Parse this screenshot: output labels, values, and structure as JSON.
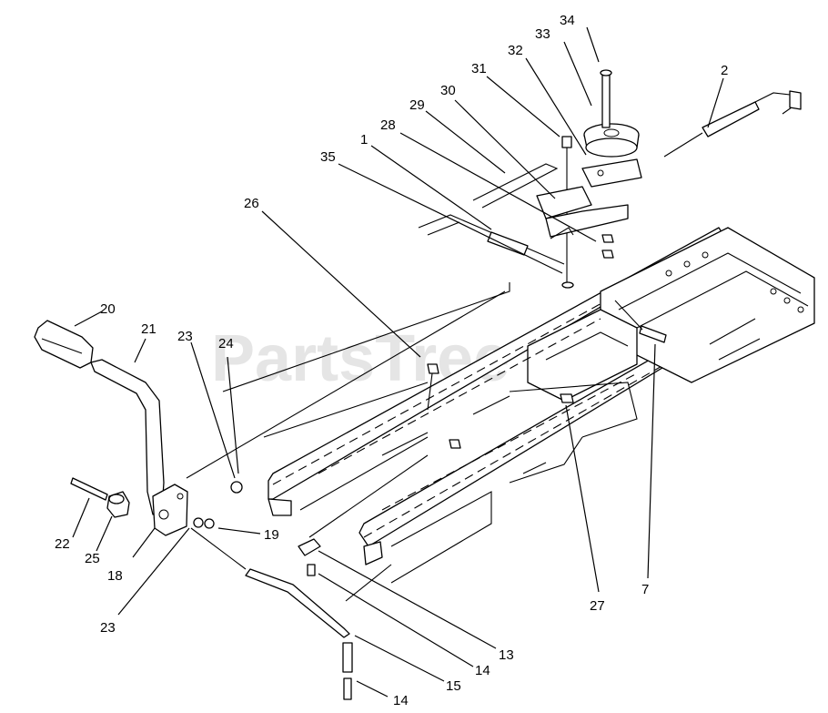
{
  "watermark": "PartsTree",
  "callouts": {
    "c34": "34",
    "c33": "33",
    "c32": "32",
    "c31": "31",
    "c2": "2",
    "c30": "30",
    "c29": "29",
    "c28": "28",
    "c1": "1",
    "c35": "35",
    "c26": "26",
    "c20": "20",
    "c21": "21",
    "c23a": "23",
    "c24": "24",
    "c22": "22",
    "c25": "25",
    "c18": "18",
    "c19": "19",
    "c23b": "23",
    "c27": "27",
    "c7": "7",
    "c13": "13",
    "c14a": "14",
    "c15": "15",
    "c14b": "14"
  }
}
